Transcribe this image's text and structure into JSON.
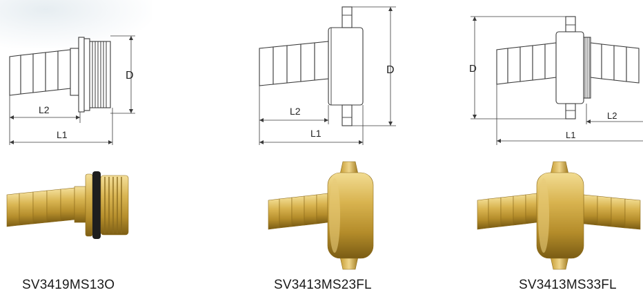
{
  "products": [
    {
      "code": "SV3419MS13O",
      "dims": {
        "d": "D",
        "l1": "L1",
        "l2": "L2"
      }
    },
    {
      "code": "SV3413MS23FL",
      "dims": {
        "d": "D",
        "l1": "L1",
        "l2": "L2"
      }
    },
    {
      "code": "SV3413MS33FL",
      "dims": {
        "d": "D",
        "l1": "L1",
        "l2": "L2"
      }
    }
  ],
  "colors": {
    "brass": "#d2ad4a",
    "brass_dark": "#9c7a22",
    "o_ring": "#1e1e1e",
    "line": "#3a3a3a"
  }
}
